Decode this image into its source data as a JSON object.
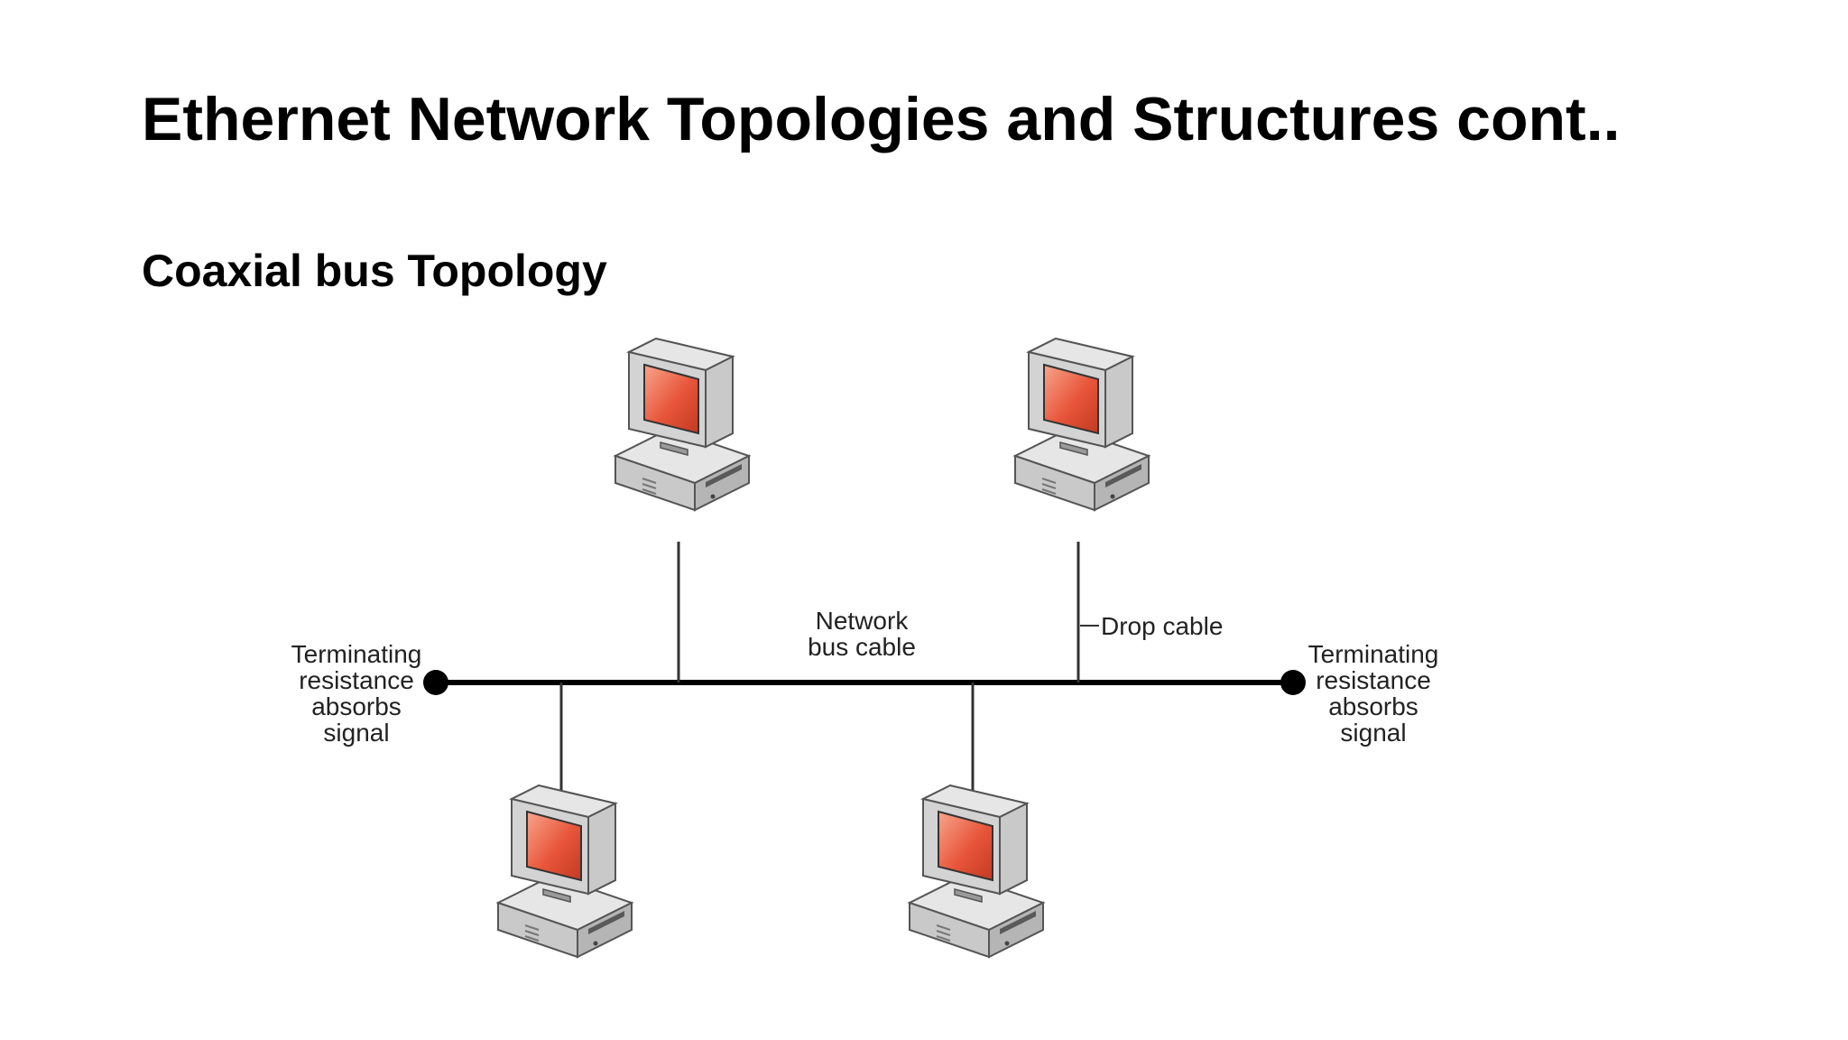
{
  "slide": {
    "title": "Ethernet Network Topologies and Structures cont..",
    "subtitle": "Coaxial bus Topology"
  },
  "diagram": {
    "labels": {
      "bus_cable": [
        "Network",
        "bus cable"
      ],
      "drop_cable": "Drop cable",
      "terminator_left": [
        "Terminating",
        "resistance",
        "absorbs",
        "signal"
      ],
      "terminator_right": [
        "Terminating",
        "resistance",
        "absorbs",
        "signal"
      ]
    },
    "nodes": [
      {
        "name": "computer-top-left",
        "position": "above-bus"
      },
      {
        "name": "computer-top-right",
        "position": "above-bus"
      },
      {
        "name": "computer-bottom-left",
        "position": "below-bus"
      },
      {
        "name": "computer-bottom-right",
        "position": "below-bus"
      }
    ],
    "colors": {
      "screen": "#e8553a",
      "screen_highlight": "#f7a58c",
      "casing": "#c9c9c9",
      "casing_dark": "#8f8f8f",
      "casing_light": "#e6e6e6",
      "line": "#000000",
      "drop_line": "#333333"
    }
  }
}
